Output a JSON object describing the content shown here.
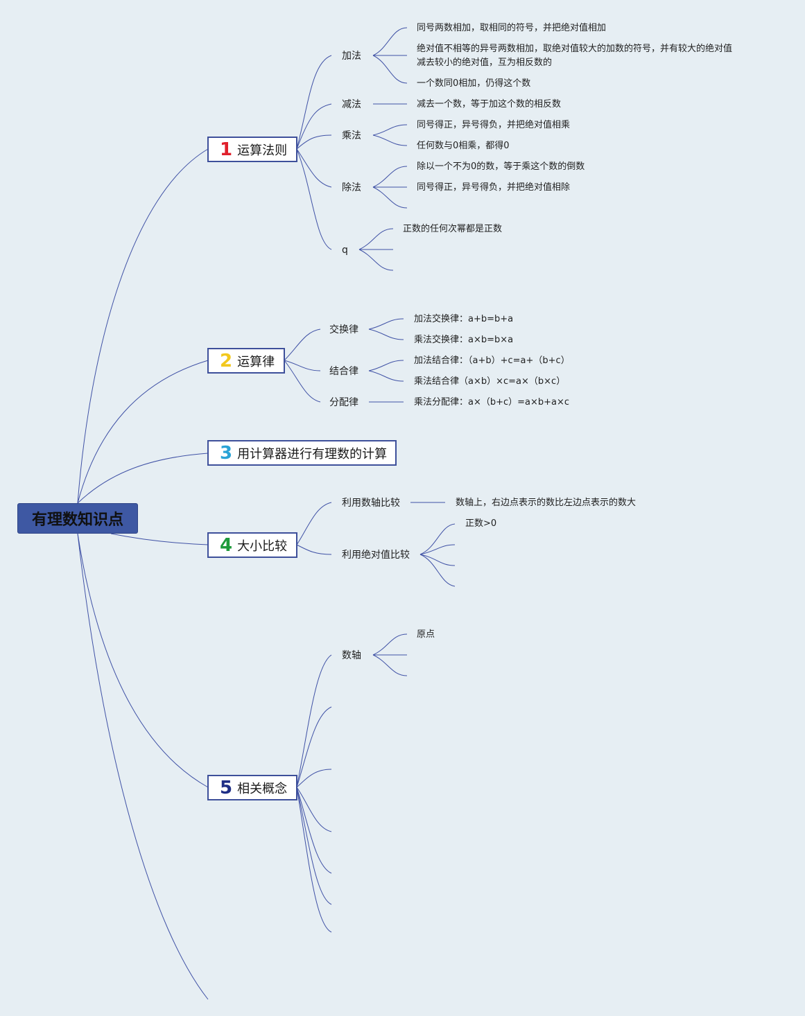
{
  "root": {
    "label": "有理数知识点"
  },
  "branches": [
    {
      "number": "1",
      "label": "运算法则",
      "color": "#e0202c",
      "children": [
        {
          "label": "加法",
          "items": [
            "同号两数相加，取相同的符号，并把绝对值相加",
            "绝对值不相等的异号两数相加，取绝对值较大的加数的符号，并有较大的绝对值",
            "减去较小的绝对值，互为相反数的",
            "一个数同0相加，仍得这个数"
          ]
        },
        {
          "label": "减法",
          "items": [
            "减去一个数，等于加这个数的相反数"
          ]
        },
        {
          "label": "乘法",
          "items": [
            "同号得正，异号得负，并把绝对值相乘",
            "任何数与0相乘，都得0"
          ]
        },
        {
          "label": "除法",
          "items": [
            "除以一个不为0的数，等于乘这个数的倒数",
            "同号得正，异号得负，并把绝对值相除"
          ]
        },
        {
          "label": "q",
          "items": [
            "正数的任何次幂都是正数"
          ]
        }
      ]
    },
    {
      "number": "2",
      "label": "运算律",
      "color": "#f2c81e",
      "children": [
        {
          "label": "交换律",
          "items": [
            "加法交换律：a+b=b+a",
            "乘法交换律：a×b=b×a"
          ]
        },
        {
          "label": "结合律",
          "items": [
            "加法结合律：（a+b）+c=a+（b+c）",
            "乘法结合律（a×b）×c=a×（b×c）"
          ]
        },
        {
          "label": "分配律",
          "items": [
            "乘法分配律：a×（b+c）=a×b+a×c"
          ]
        }
      ]
    },
    {
      "number": "3",
      "label": "用计算器进行有理数的计算",
      "color": "#2aa3d6",
      "children": []
    },
    {
      "number": "4",
      "label": "大小比较",
      "color": "#1f9a3c",
      "children": [
        {
          "label": "利用数轴比较",
          "items": [
            "数轴上，右边点表示的数比左边点表示的数大"
          ]
        },
        {
          "label": "利用绝对值比较",
          "items": [
            "正数>0"
          ]
        }
      ]
    },
    {
      "number": "5",
      "label": "相关概念",
      "color": "#1f2f86",
      "children": [
        {
          "label": "数轴",
          "items": [
            "原点"
          ]
        }
      ]
    }
  ],
  "theme": {
    "background": "#e6eef3",
    "line": "#3f51a5",
    "root_fill": "#3e58a3",
    "node_border": "#3d4f9a"
  }
}
